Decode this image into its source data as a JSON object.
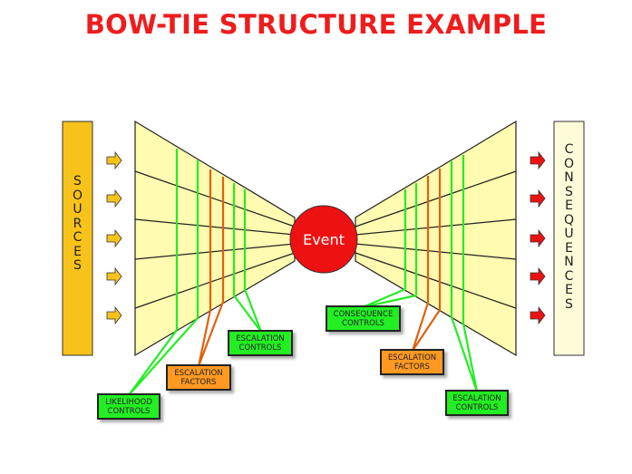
{
  "title": "BOW-TIE STRUCTURE EXAMPLE",
  "sources_label": "S O U R C E S",
  "consequences_label": "C O N S E Q U E N C E S",
  "event_label": "Event",
  "left_labels": {
    "likelihood_controls": "LIKELIHOOD CONTROLS",
    "escalation_factors": "ESCALATION FACTORS",
    "escalation_controls": "ESCALATION CONTROLS"
  },
  "right_labels": {
    "consequence_controls": "CONSEQUENCE CONTROLS",
    "escalation_factors": "ESCALATION FACTORS",
    "escalation_controls": "ESCALATION CONTROLS"
  },
  "colors": {
    "title": "#ee1c1c",
    "sources": "#f7c21a",
    "consequences": "#fdfbd8",
    "funnel": "#fffbb0",
    "event": "#ee1111",
    "control": "#22ee22",
    "factor": "#ff9922"
  }
}
